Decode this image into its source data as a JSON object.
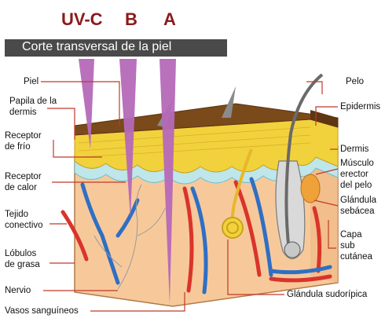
{
  "header": {
    "uv_labels": [
      "UV-C",
      "B",
      "A"
    ],
    "title": "Corte transversal de la piel"
  },
  "labels_left": {
    "piel": "Piel",
    "papila": "Papila de la\ndermis",
    "receptor_frio": "Receptor\nde frío",
    "receptor_calor": "Receptor\nde calor",
    "tejido": "Tejido\nconectivo",
    "lobulos": "Lóbulos\nde grasa",
    "nervio": "Nervio",
    "vasos": "Vasos sanguíneos"
  },
  "labels_right": {
    "pelo": "Pelo",
    "epidermis": "Epidermis",
    "dermis": "Dermis",
    "musculo": "Músculo\nerector\ndel pelo",
    "glandula_sebacea": "Glándula\nsebácea",
    "capa": "Capa\nsub\ncutánea",
    "glandula_sudoripara": "Glándula sudorípica"
  },
  "colors": {
    "uv_text": "#8b1a1a",
    "uv_cone": "#b569b8",
    "banner": "#4a4a4a",
    "hair_surface": "#7a4a1a",
    "epidermis": "#f2d23c",
    "dermis_line": "#8fd0d8",
    "subcutis": "#f7c99a",
    "artery": "#d9342b",
    "vein": "#2f6fc4",
    "pointer": "#c0392b"
  }
}
